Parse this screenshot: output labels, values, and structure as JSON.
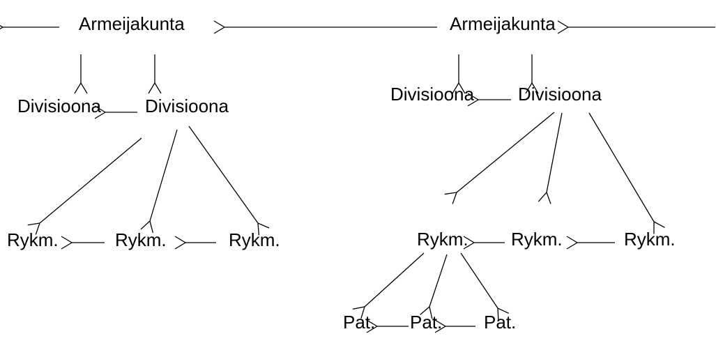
{
  "diagram": {
    "title_hint": "military-unit-hierarchy",
    "background_color": "#ffffff",
    "line_color": "#000000",
    "text_color": "#000000",
    "nodes": [
      {
        "id": "corps-left",
        "label": "Armeijakunta"
      },
      {
        "id": "corps-right",
        "label": "Armeijakunta"
      },
      {
        "id": "division-left-1",
        "label": "Divisioona"
      },
      {
        "id": "division-left-2",
        "label": "Divisioona"
      },
      {
        "id": "division-right-1",
        "label": "Divisioona"
      },
      {
        "id": "division-right-2",
        "label": "Divisioona"
      },
      {
        "id": "regiment-left-1",
        "label": "Rykm."
      },
      {
        "id": "regiment-left-2",
        "label": "Rykm."
      },
      {
        "id": "regiment-left-3",
        "label": "Rykm."
      },
      {
        "id": "regiment-right-1",
        "label": "Rykm."
      },
      {
        "id": "regiment-right-2",
        "label": "Rykm."
      },
      {
        "id": "regiment-right-3",
        "label": "Rykm."
      },
      {
        "id": "battalion-1",
        "label": "Pat."
      },
      {
        "id": "battalion-2",
        "label": "Pat."
      },
      {
        "id": "battalion-3",
        "label": "Pat."
      }
    ],
    "edges": [
      {
        "from": "corps-left",
        "to": "off-canvas-left"
      },
      {
        "from": "corps-right",
        "to": "corps-left"
      },
      {
        "from": "off-canvas-right",
        "to": "corps-right"
      },
      {
        "from": "corps-left",
        "to": "division-left-1"
      },
      {
        "from": "corps-left",
        "to": "division-left-2"
      },
      {
        "from": "corps-right",
        "to": "division-right-1"
      },
      {
        "from": "corps-right",
        "to": "division-right-2"
      },
      {
        "from": "division-left-2",
        "to": "division-left-1"
      },
      {
        "from": "division-right-2",
        "to": "division-right-1"
      },
      {
        "from": "division-left-2",
        "to": "regiment-left-1"
      },
      {
        "from": "division-left-2",
        "to": "regiment-left-2"
      },
      {
        "from": "division-left-2",
        "to": "regiment-left-3"
      },
      {
        "from": "regiment-left-2",
        "to": "regiment-left-1"
      },
      {
        "from": "regiment-left-3",
        "to": "regiment-left-2"
      },
      {
        "from": "division-right-2",
        "to": "regiment-right-1"
      },
      {
        "from": "division-right-2",
        "to": "regiment-right-2"
      },
      {
        "from": "division-right-2",
        "to": "regiment-right-3"
      },
      {
        "from": "regiment-right-2",
        "to": "regiment-right-1"
      },
      {
        "from": "regiment-right-3",
        "to": "regiment-right-2"
      },
      {
        "from": "regiment-right-1",
        "to": "battalion-1"
      },
      {
        "from": "regiment-right-1",
        "to": "battalion-2"
      },
      {
        "from": "regiment-right-1",
        "to": "battalion-3"
      },
      {
        "from": "battalion-2",
        "to": "battalion-1"
      },
      {
        "from": "battalion-3",
        "to": "battalion-2"
      }
    ]
  }
}
